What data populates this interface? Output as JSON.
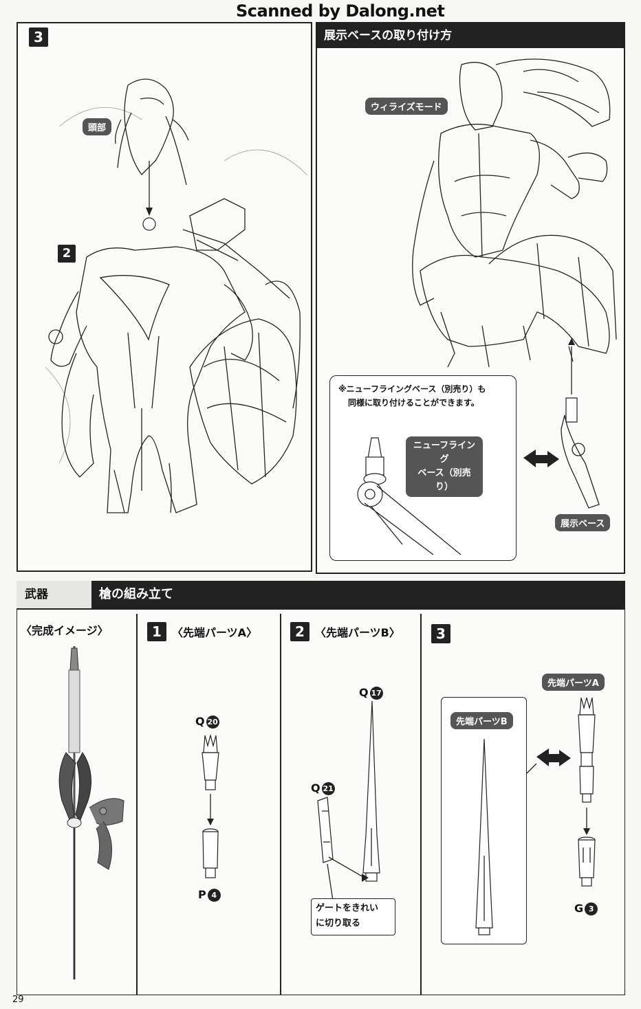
{
  "header": {
    "watermark": "Scanned by Dalong.net"
  },
  "top_left": {
    "step_number": "3",
    "sub_step_number": "2",
    "head_label": "頭部"
  },
  "top_right": {
    "title": "展示ベースの取り付け方",
    "mode_label": "ウィライズモード",
    "note_line1": "※ニューフライングベース（別売り）も",
    "note_line2": "同様に取り付けることができます。",
    "flying_base_line1": "ニューフライング",
    "flying_base_line2": "ベース（別売り）",
    "display_base_label": "展示ベース"
  },
  "weapon": {
    "section_label": "武器",
    "title": "槍の組み立て",
    "complete_image_label": "〈完成イメージ〉",
    "step1": {
      "number": "1",
      "title": "〈先端パーツA〉",
      "part_top_letter": "Q",
      "part_top_num": "20",
      "part_bottom_letter": "P",
      "part_bottom_num": "4"
    },
    "step2": {
      "number": "2",
      "title": "〈先端パーツB〉",
      "part_spike_letter": "Q",
      "part_spike_num": "17",
      "part_clip_letter": "Q",
      "part_clip_num": "21",
      "gate_note_line1": "ゲートをきれい",
      "gate_note_line2": "に切り取る"
    },
    "step3": {
      "number": "3",
      "part_a_label": "先端パーツA",
      "part_b_label": "先端パーツB",
      "part_bottom_letter": "G",
      "part_bottom_num": "3"
    }
  },
  "footer": {
    "page_number": "29"
  }
}
